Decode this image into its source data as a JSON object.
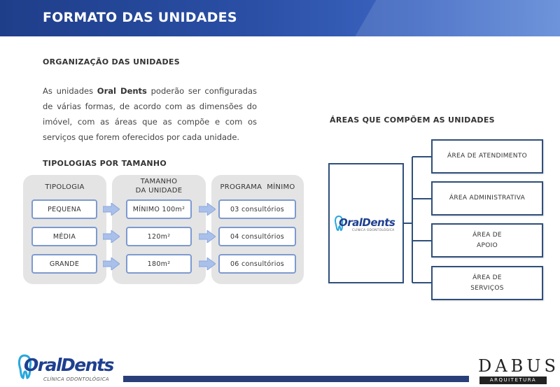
{
  "header": {
    "title": "FORMATO DAS UNIDADES"
  },
  "organization": {
    "title": "ORGANIZAÇÃO DAS UNIDADES",
    "text_before": "As unidades ",
    "brand": "Oral Dents",
    "text_after": " poderão ser configuradas de várias formas, de acordo com as dimensões do imóvel, com as áreas que as compõe e com os serviços que forem oferecidos por cada unidade."
  },
  "typologies": {
    "title": "TIPOLOGIAS POR TAMANHO",
    "columns": {
      "tipologia": "TIPOLOGIA",
      "tamanho": "TAMANHO\nDA UNIDADE",
      "programa": "PROGRAMA  MÍNIMO"
    },
    "rows": [
      {
        "tipologia": "PEQUENA",
        "tamanho": "MÍNIMO 100m²",
        "programa": "03 consultórios"
      },
      {
        "tipologia": "MÉDIA",
        "tamanho": "120m²",
        "programa": "04 consultórios"
      },
      {
        "tipologia": "GRANDE",
        "tamanho": "180m²",
        "programa": "06 consultórios"
      }
    ]
  },
  "areas": {
    "title": "ÁREAS QUE COMPÕEM AS UNIDADES",
    "items": [
      {
        "label": "ÁREA DE ATENDIMENTO"
      },
      {
        "label": "ÁREA ADMINISTRATIVA"
      },
      {
        "label": "ÁREA DE\nAPOIO"
      },
      {
        "label": "ÁREA DE\nSERVIÇOS"
      }
    ]
  },
  "logo": {
    "name": "OralDents",
    "tagline": "CLÍNICA ODONTOLÓGICA"
  },
  "footer": {
    "brand": "DABUS",
    "tagline": "ARQUITETURA"
  },
  "colors": {
    "banner": "#2a4fa5",
    "cell_border": "#7d9ad0",
    "arrow": "#a9c0ea",
    "area_border": "#2f4f7a",
    "bottom_bar": "#2a3f7a"
  }
}
